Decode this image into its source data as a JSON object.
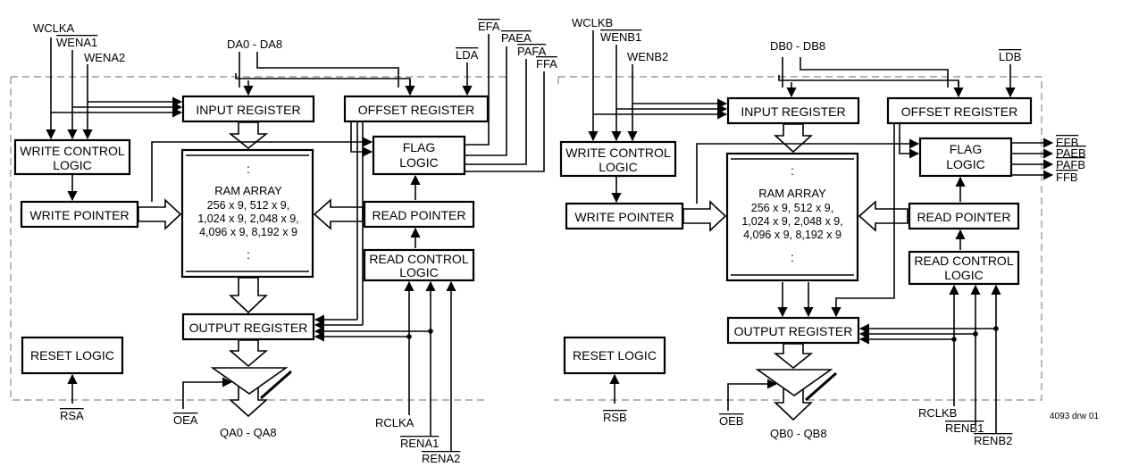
{
  "fifo_a": {
    "blocks": {
      "input_register": "INPUT REGISTER",
      "offset_register": "OFFSET REGISTER",
      "write_control_l1": "WRITE CONTROL",
      "write_control_l2": "LOGIC",
      "flag_logic_l1": "FLAG",
      "flag_logic_l2": "LOGIC",
      "write_pointer": "WRITE POINTER",
      "read_pointer": "READ POINTER",
      "read_control_l1": "READ CONTROL",
      "read_control_l2": "LOGIC",
      "output_register": "OUTPUT REGISTER",
      "reset_logic": "RESET LOGIC"
    },
    "ram": {
      "dots_top": ":",
      "title": "RAM ARRAY",
      "line1": "256 x 9, 512 x 9,",
      "line2": "1,024 x 9, 2,048 x 9,",
      "line3": "4,096 x 9, 8,192 x 9",
      "dots_bottom": ":"
    },
    "signals": {
      "wclk": "WCLKA",
      "wen1": "WENA1",
      "wen2": "WENA2",
      "data_in": "DA0 - DA8",
      "ef": "EFA",
      "pae": "PAEA",
      "paf": "PAFA",
      "ff": "FFA",
      "ld": "LDA",
      "rs": "RSA",
      "oe": "OEA",
      "data_out": "QA0 - QA8",
      "rclk": "RCLKA",
      "ren1": "RENA1",
      "ren2": "RENA2"
    }
  },
  "fifo_b": {
    "blocks": {
      "input_register": "INPUT REGISTER",
      "offset_register": "OFFSET REGISTER",
      "write_control_l1": "WRITE CONTROL",
      "write_control_l2": "LOGIC",
      "flag_logic_l1": "FLAG",
      "flag_logic_l2": "LOGIC",
      "write_pointer": "WRITE POINTER",
      "read_pointer": "READ POINTER",
      "read_control_l1": "READ CONTROL",
      "read_control_l2": "LOGIC",
      "output_register": "OUTPUT REGISTER",
      "reset_logic": "RESET LOGIC"
    },
    "ram": {
      "dots_top": ":",
      "title": "RAM ARRAY",
      "line1": "256 x 9, 512 x 9,",
      "line2": "1,024 x 9, 2,048 x 9,",
      "line3": "4,096 x 9, 8,192 x 9",
      "dots_bottom": ":"
    },
    "signals": {
      "wclk": "WCLKB",
      "wen1": "WENB1",
      "wen2": "WENB2",
      "data_in": "DB0 - DB8",
      "ef": "EFB",
      "pae": "PAEB",
      "paf": "PAFB",
      "ff": "FFB",
      "ld": "LDB",
      "rs": "RSB",
      "oe": "OEB",
      "data_out": "QB0 - QB8",
      "rclk": "RCLKB",
      "ren1": "RENB1",
      "ren2": "RENB2"
    }
  },
  "drawing_id": "4093 drw 01"
}
